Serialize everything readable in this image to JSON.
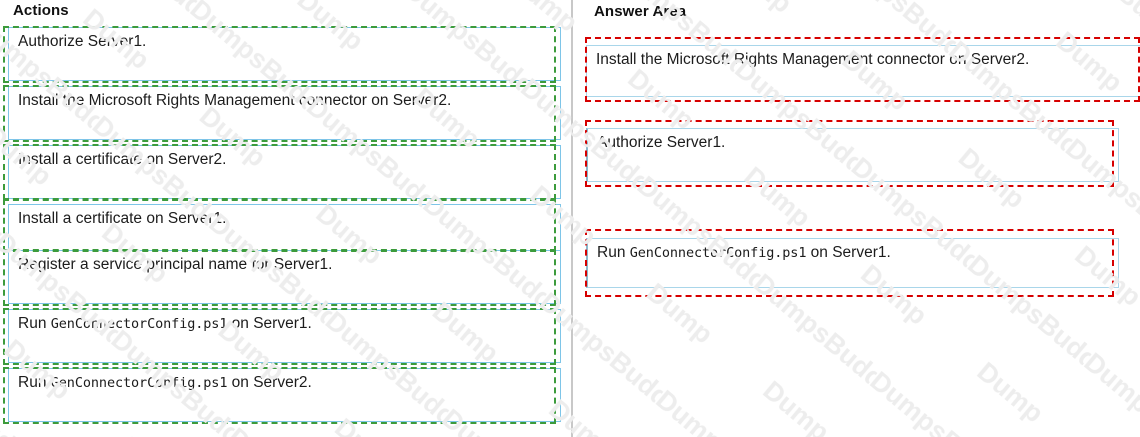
{
  "columns": {
    "actions": {
      "header": "Actions"
    },
    "answer": {
      "header": "Answer Area"
    }
  },
  "actions": {
    "items": [
      {
        "id": "authorize-server1",
        "text": "Authorize Server1."
      },
      {
        "id": "install-rms-connector-server2",
        "text": "Install the Microsoft Rights Management connector on Server2."
      },
      {
        "id": "install-certificate-server2",
        "text": "Install a certificate on Server2."
      },
      {
        "id": "install-certificate-server1",
        "text": "Install a certificate on Server1."
      },
      {
        "id": "register-spn-server1",
        "text": "Register a service principal name for Server1."
      },
      {
        "id": "run-genconnectorconfig-server1",
        "pre": "Run ",
        "code": "GenConnectorConfig.ps1",
        "post": " on Server1."
      },
      {
        "id": "run-genconnectorconfig-server2",
        "pre": "Run ",
        "code": "GenConnectorConfig.ps1",
        "post": " on Server2."
      }
    ]
  },
  "answer": {
    "items": [
      {
        "id": "answer-slot-1",
        "text": "Install the Microsoft Rights Management connector on Server2."
      },
      {
        "id": "answer-slot-2",
        "text": "Authorize Server1."
      },
      {
        "id": "answer-slot-3",
        "pre": "Run ",
        "code": "GenConnectorConfig.ps1",
        "post": " on Server1."
      }
    ]
  },
  "annotations": {
    "source_color": "#3c9b3c",
    "target_color": "#d60000",
    "item_border_color": "#7ec5e8",
    "divider_color": "#c8c8c8"
  },
  "watermark": {
    "text": "DumpsBuddy",
    "color": "#ededed"
  }
}
